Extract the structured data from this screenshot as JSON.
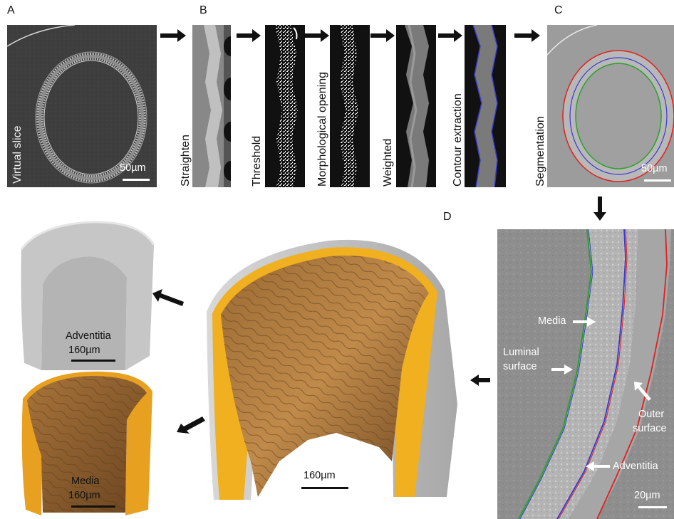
{
  "panels": {
    "A": "A",
    "B": "B",
    "C": "C",
    "D": "D"
  },
  "steps": {
    "virtual_slice": "Virtual slice",
    "straighten": "Straighten",
    "threshold": "Threshold",
    "morphological_opening": "Morphological opening",
    "weighted": "Weighted",
    "contour_extraction": "Contour extraction",
    "segmentation": "Segmentation"
  },
  "scalebars": {
    "a": "50µm",
    "c": "50µm",
    "adventitia": "160µm",
    "media": "160µm",
    "center": "160µm",
    "zoom": "20µm"
  },
  "zoom_labels": {
    "media": "Media",
    "luminal_1": "Luminal",
    "luminal_2": "surface",
    "outer_1": "Outer",
    "outer_2": "surface",
    "adventitia": "Adventitia"
  },
  "renders": {
    "adventitia": "Adventitia",
    "media": "Media"
  },
  "icons": {
    "flow_arrow": "arrow-right-icon",
    "down_arrow": "arrow-down-icon",
    "left_arrow": "arrow-left-icon"
  },
  "colors": {
    "luminal_contour": "#2ca02c",
    "media_contour": "#3a3ad0",
    "outer_contour": "#e02020",
    "media_surface": "#b08040",
    "media_edge": "#f0b020",
    "adventitia_surface": "#c8c8c8"
  }
}
